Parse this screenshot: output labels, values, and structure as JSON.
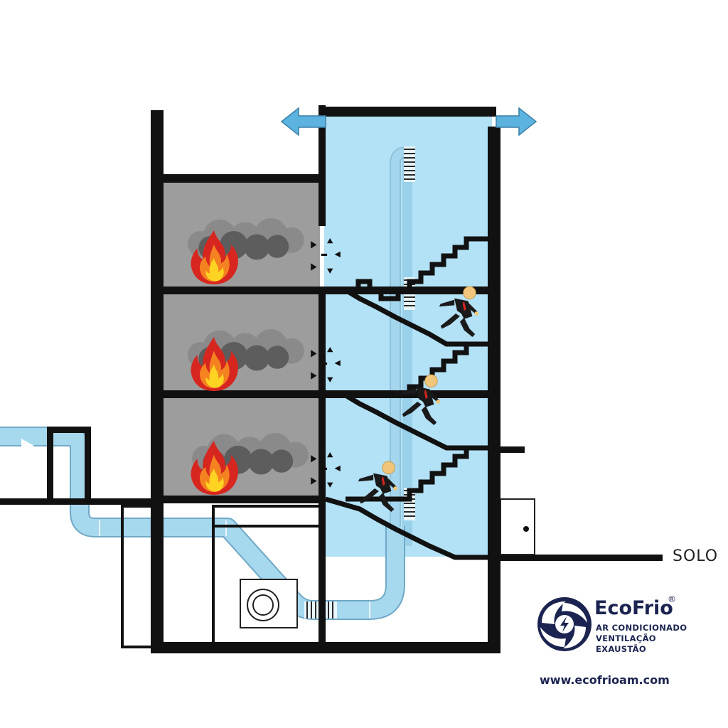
{
  "labels": {
    "ground": "SOLO"
  },
  "brand": {
    "name": "EcoFrio",
    "registered_mark": "®",
    "tagline_1": "AR CONDICIONADO",
    "tagline_2": "VENTILAÇÃO",
    "tagline_3": "EXAUSTÃO",
    "website": "www.ecofrioam.com"
  },
  "colors": {
    "shaft_fill": "#b3e1f5",
    "duct_fill": "#a6d8ee",
    "duct_stroke": "#6fa9c6",
    "room_fill": "#9d9d9d",
    "wall": "#111111",
    "smoke_dark": "#5d5d5d",
    "smoke_light": "#8a8a8a",
    "fire_outer": "#d7261f",
    "fire_mid": "#f58220",
    "fire_inner": "#ffd321",
    "brand_dark": "#1b2450",
    "arrow_fill": "#5cb3e0"
  },
  "icons": {
    "airflow_arrow": "double-arrow-icon",
    "inlet_arrow": "triangle-right-icon",
    "fire": "flame-icon",
    "smoke": "smoke-cloud-icon",
    "person": "running-person-icon",
    "fan": "centrifugal-fan-icon",
    "logo": "swirl-lightning-icon"
  }
}
